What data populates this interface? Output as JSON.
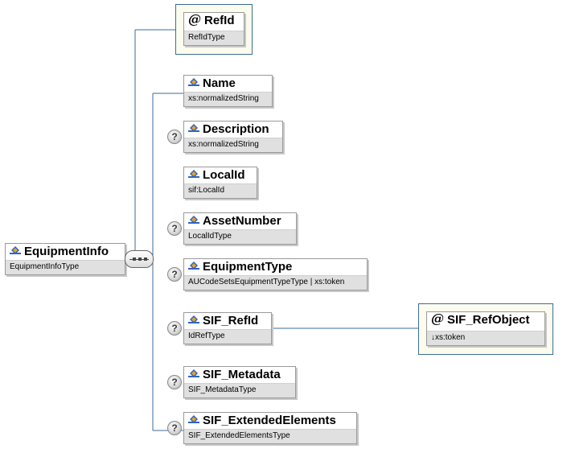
{
  "diagram": {
    "root": {
      "name": "EquipmentInfo",
      "type": "EquipmentInfoType"
    },
    "attribute": {
      "name": "RefId",
      "type": "RefIdType"
    },
    "elements": [
      {
        "name": "Name",
        "type": "xs:normalizedString",
        "optional": false
      },
      {
        "name": "Description",
        "type": "xs:normalizedString",
        "optional": true
      },
      {
        "name": "LocalId",
        "type": "sif:LocalId",
        "optional": false
      },
      {
        "name": "AssetNumber",
        "type": "LocalIdType",
        "optional": true
      },
      {
        "name": "EquipmentType",
        "type": "AUCodeSetsEquipmentTypeType | xs:token",
        "optional": true
      },
      {
        "name": "SIF_RefId",
        "type": "IdRefType",
        "optional": true
      },
      {
        "name": "SIF_Metadata",
        "type": "SIF_MetadataType",
        "optional": true
      },
      {
        "name": "SIF_ExtendedElements",
        "type": "SIF_ExtendedElementsType",
        "optional": true
      }
    ],
    "ref_attribute": {
      "name": "SIF_RefObject",
      "type": "↓xs:token"
    },
    "optional_marker": "?",
    "colors": {
      "connector": "#3b6e96",
      "attribute_frame_border": "#3b6e96",
      "attribute_frame_bg": "#fbfbee",
      "type_band": "#e0e0e0",
      "icon_blue": "#2f63c4",
      "icon_orange": "#e8a020"
    },
    "icons": {
      "element": "element-diamond-icon",
      "attribute": "at-sign-icon",
      "optional": "question-circle-icon",
      "compositor": "sequence-icon"
    }
  }
}
